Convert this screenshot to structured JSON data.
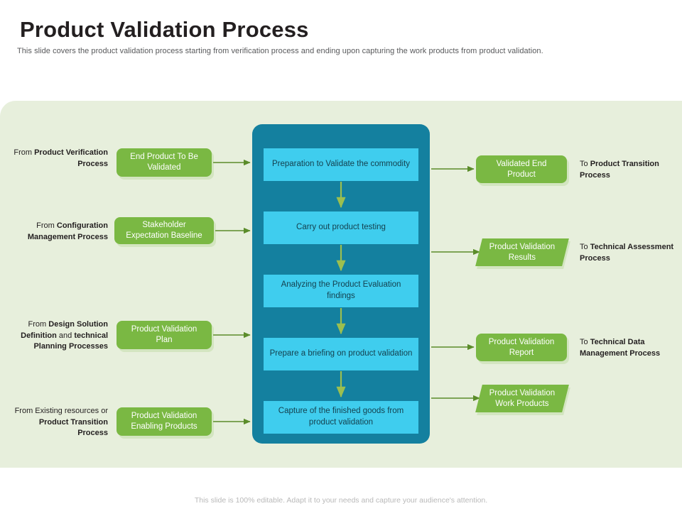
{
  "header": {
    "title": "Product Validation Process",
    "subtitle": "This slide covers the product validation process starting from verification process and ending upon capturing the work products from product validation."
  },
  "footer": {
    "note": "This slide is 100% editable. Adapt it to your needs and capture your audience's attention."
  },
  "colors": {
    "panel_background": "#e7efdc",
    "process_container": "#14809f",
    "step_box": "#3fcdee",
    "step_text": "#14414f",
    "green_box": "#7ab843",
    "connector": "#5b8c2a",
    "title_text": "#231f20",
    "subtitle_text": "#58595b",
    "footer_text": "#b9b9b9"
  },
  "process": {
    "steps": [
      {
        "label": "Preparation to Validate the commodity"
      },
      {
        "label": "Carry out product testing"
      },
      {
        "label": "Analyzing the Product Evaluation findings"
      },
      {
        "label": "Prepare a briefing on product validation"
      },
      {
        "label": "Capture of the finished goods from product validation"
      }
    ]
  },
  "inputs": [
    {
      "source_prefix": "From ",
      "source_bold": "Product Verification Process",
      "source_suffix": "",
      "box_label": "End Product To Be Validated",
      "shape": "rounded"
    },
    {
      "source_prefix": "From ",
      "source_bold": "Configuration Management Process",
      "source_suffix": "",
      "box_label": "Stakeholder Expectation Baseline",
      "shape": "rounded"
    },
    {
      "source_prefix": "From ",
      "source_bold": "Design Solution Definition",
      "source_mid": " and ",
      "source_bold2": "technical Planning Processes",
      "box_label": "Product Validation Plan",
      "shape": "rounded"
    },
    {
      "source_prefix": "From Existing resources or ",
      "source_bold": "Product Transition Process",
      "source_suffix": "",
      "box_label": "Product Validation Enabling Products",
      "shape": "rounded"
    }
  ],
  "outputs": [
    {
      "box_label": "Validated End Product",
      "shape": "rounded",
      "target_prefix": "To ",
      "target_bold": "Product Transition Process"
    },
    {
      "box_label": "Product Validation Results",
      "shape": "skewed",
      "target_prefix": "To ",
      "target_bold": "Technical Assessment Process"
    },
    {
      "box_label": "Product Validation Report",
      "shape": "rounded",
      "target_prefix": "To ",
      "target_bold": "Technical Data Management Process"
    },
    {
      "box_label": "Product Validation Work Products",
      "shape": "skewed",
      "target_prefix": "",
      "target_bold": ""
    }
  ]
}
